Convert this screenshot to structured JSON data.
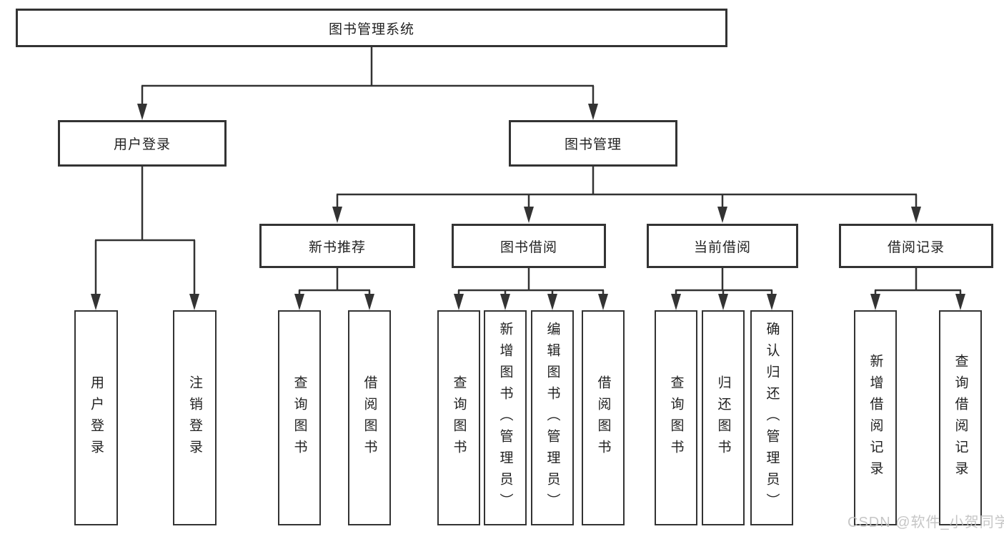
{
  "colors": {
    "background": "#ffffff",
    "line": "#333333",
    "node_border": "#333333",
    "node_text": "#222222",
    "watermark_text": "#c0c0c0"
  },
  "watermark": {
    "text": "CSDN @软件_小贺同学"
  },
  "tree": {
    "root": "图书管理系统",
    "branches": [
      {
        "label": "用户登录",
        "children": [
          "用户登录",
          "注销登录"
        ]
      },
      {
        "label": "图书管理",
        "children": [
          {
            "label": "新书推荐",
            "children": [
              "查询图书",
              "借阅图书"
            ]
          },
          {
            "label": "图书借阅",
            "children": [
              "查询图书",
              "新增图书（管理员）",
              "编辑图书（管理员）",
              "借阅图书"
            ]
          },
          {
            "label": "当前借阅",
            "children": [
              "查询图书",
              "归还图书",
              "确认归还（管理员）"
            ]
          },
          {
            "label": "借阅记录",
            "children": [
              "新增借阅记录",
              "查询借阅记录"
            ]
          }
        ]
      }
    ]
  }
}
